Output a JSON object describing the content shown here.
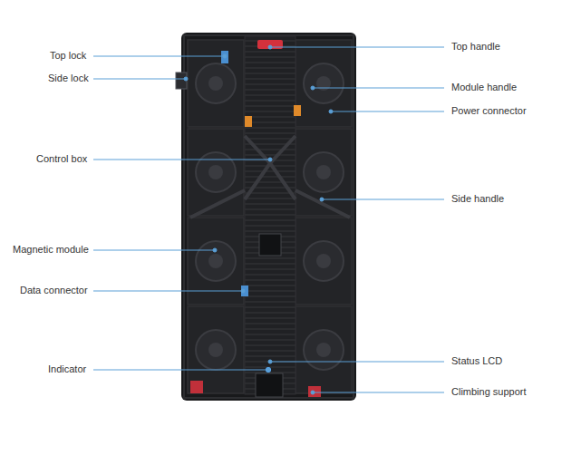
{
  "diagram": {
    "labels": [
      "Top lock",
      "Side lock",
      "Control box",
      "Magnetic module",
      "Data connector",
      "Indicator",
      "Top handle",
      "Module handle",
      "Power connector",
      "Side handle",
      "Status LCD",
      "Climbing support"
    ]
  }
}
